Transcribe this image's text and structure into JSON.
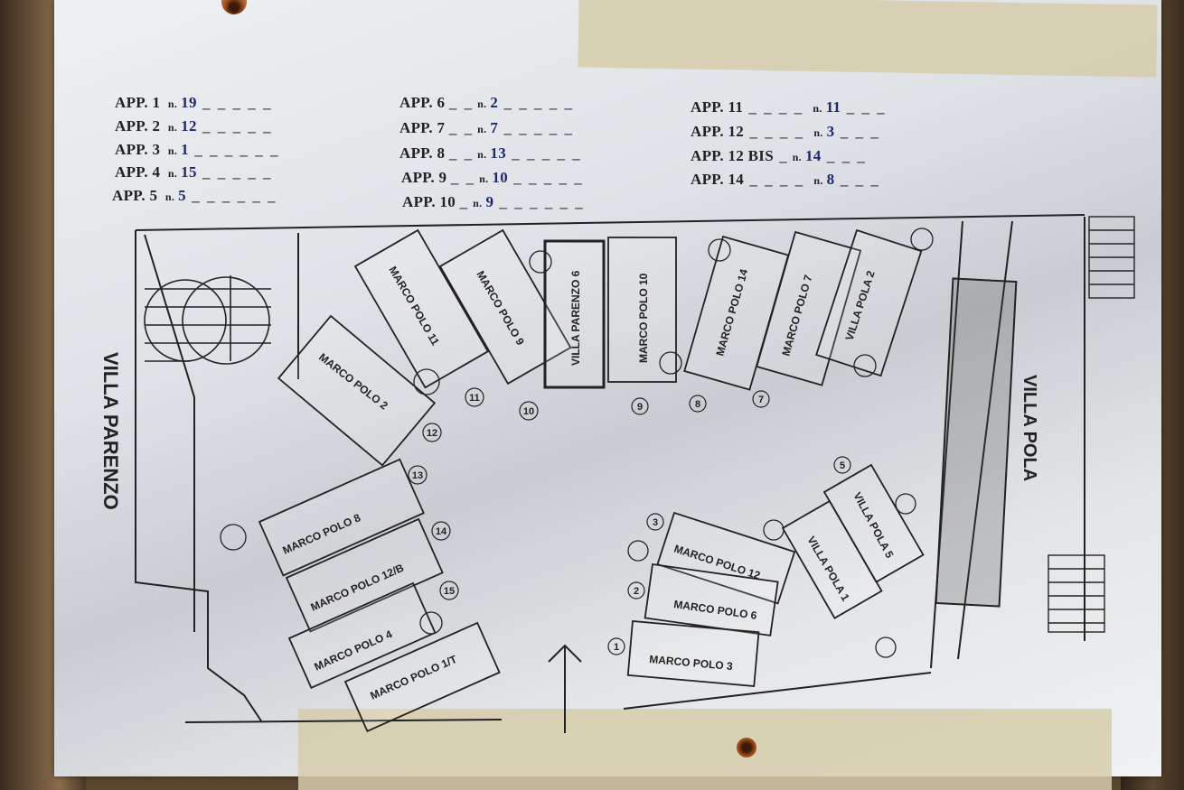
{
  "legend": [
    {
      "app": "APP. 1",
      "n": "n.",
      "v": "19"
    },
    {
      "app": "APP. 2",
      "n": "n.",
      "v": "12"
    },
    {
      "app": "APP. 3",
      "n": "n.",
      "v": "1"
    },
    {
      "app": "APP. 4",
      "n": "n.",
      "v": "15"
    },
    {
      "app": "APP. 5",
      "n": "n.",
      "v": "5"
    },
    {
      "app": "APP. 6",
      "n": "n.",
      "v": "2"
    },
    {
      "app": "APP. 7",
      "n": "n.",
      "v": "7"
    },
    {
      "app": "APP. 8",
      "n": "n.",
      "v": "13"
    },
    {
      "app": "APP. 9",
      "n": "n.",
      "v": "10"
    },
    {
      "app": "APP. 10",
      "n": "n.",
      "v": "9"
    },
    {
      "app": "APP. 11",
      "n": "n.",
      "v": "11"
    },
    {
      "app": "APP. 12",
      "n": "n.",
      "v": "3"
    },
    {
      "app": "APP. 12 BIS",
      "n": "n.",
      "v": "14"
    },
    {
      "app": "APP. 14",
      "n": "n.",
      "v": "8"
    }
  ],
  "buildings": {
    "villa_parenzo": "VILLA PARENZO",
    "villa_pola": "VILLA POLA",
    "marco_polo_11": "MARCO POLO 11",
    "marco_polo_9": "MARCO POLO 9",
    "villa_parenzo_6": "VILLA PARENZO 6",
    "marco_polo_10": "MARCO POLO 10",
    "marco_polo_14": "MARCO POLO 14",
    "marco_polo_7": "MARCO POLO 7",
    "villa_pola_2": "VILLA POLA 2",
    "marco_polo_2": "MARCO POLO 2",
    "marco_polo_8": "MARCO POLO 8",
    "marco_polo_12b": "MARCO POLO 12/B",
    "marco_polo_4": "MARCO POLO 4",
    "marco_polo_1t": "MARCO POLO 1/T",
    "marco_polo_12": "MARCO POLO 12",
    "marco_polo_6": "MARCO POLO 6",
    "marco_polo_3": "MARCO POLO 3",
    "villa_pola_1": "VILLA POLA 1",
    "villa_pola_5": "VILLA POLA 5"
  },
  "markers": [
    "1",
    "2",
    "3",
    "5",
    "7",
    "8",
    "9",
    "10",
    "11",
    "12",
    "13",
    "14",
    "15"
  ]
}
